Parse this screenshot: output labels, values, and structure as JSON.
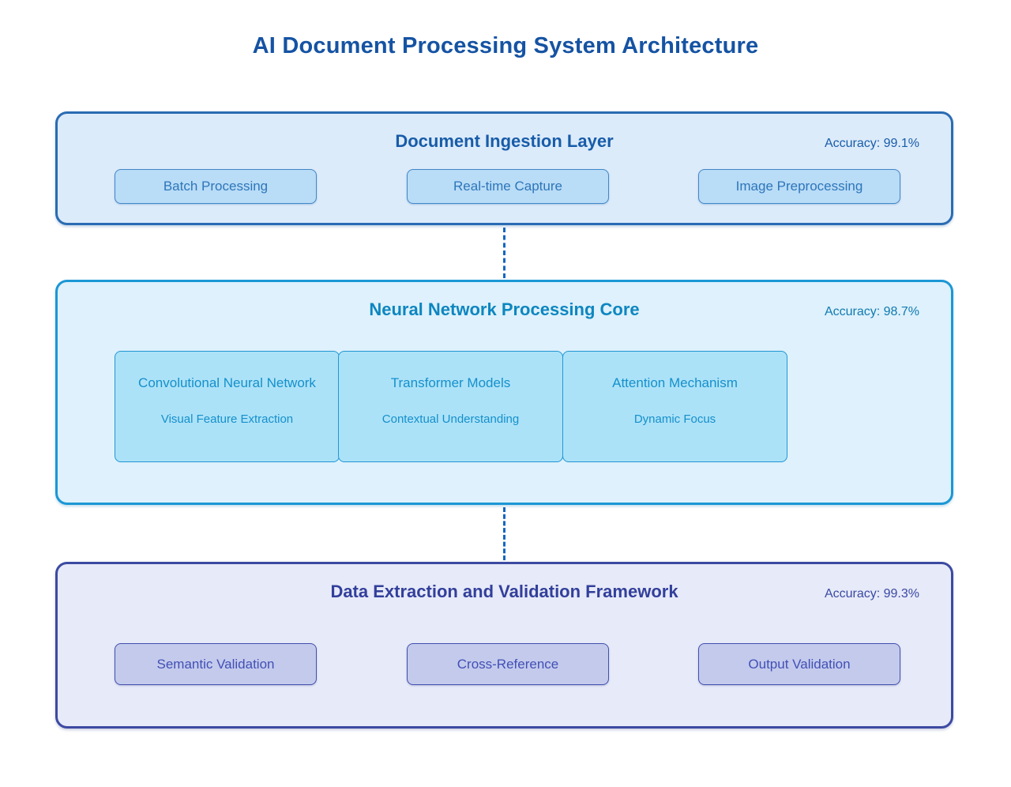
{
  "page_title": "AI Document Processing System Architecture",
  "palette": {
    "title_color": "#1553a3",
    "connector_color": "#1565c0",
    "background": "#ffffff"
  },
  "layers": [
    {
      "title": "Document Ingestion Layer",
      "accuracy": "Accuracy: 99.1%",
      "theme": {
        "bg": "#dcebfa",
        "border": "#2a6cb3",
        "heading": "#185ca9",
        "node_bg": "#b9dcf7",
        "node_border": "#4287c7",
        "node_text": "#2d76ba"
      },
      "nodes": [
        {
          "label": "Batch Processing"
        },
        {
          "label": "Real-time Capture"
        },
        {
          "label": "Image Preprocessing"
        }
      ]
    },
    {
      "title": "Neural Network Processing Core",
      "accuracy": "Accuracy: 98.7%",
      "theme": {
        "bg": "#def1fc",
        "border": "#1b97d5",
        "heading": "#0d86c0",
        "node_bg": "#ace2f8",
        "node_border": "#2196d3",
        "node_text": "#1590cb"
      },
      "nodes": [
        {
          "label": "Convolutional Neural Network",
          "sublabel": "Visual Feature Extraction"
        },
        {
          "label": "Transformer Models",
          "sublabel": "Contextual Understanding"
        },
        {
          "label": "Attention Mechanism",
          "sublabel": "Dynamic Focus"
        }
      ]
    },
    {
      "title": "Data Extraction and Validation Framework",
      "accuracy": "Accuracy: 99.3%",
      "theme": {
        "bg": "#e7eaf8",
        "border": "#3c4aa2",
        "heading": "#323f9b",
        "node_bg": "#c4caec",
        "node_border": "#4150ad",
        "node_text": "#4150b5"
      },
      "nodes": [
        {
          "label": "Semantic Validation"
        },
        {
          "label": "Cross-Reference"
        },
        {
          "label": "Output Validation"
        }
      ]
    }
  ]
}
